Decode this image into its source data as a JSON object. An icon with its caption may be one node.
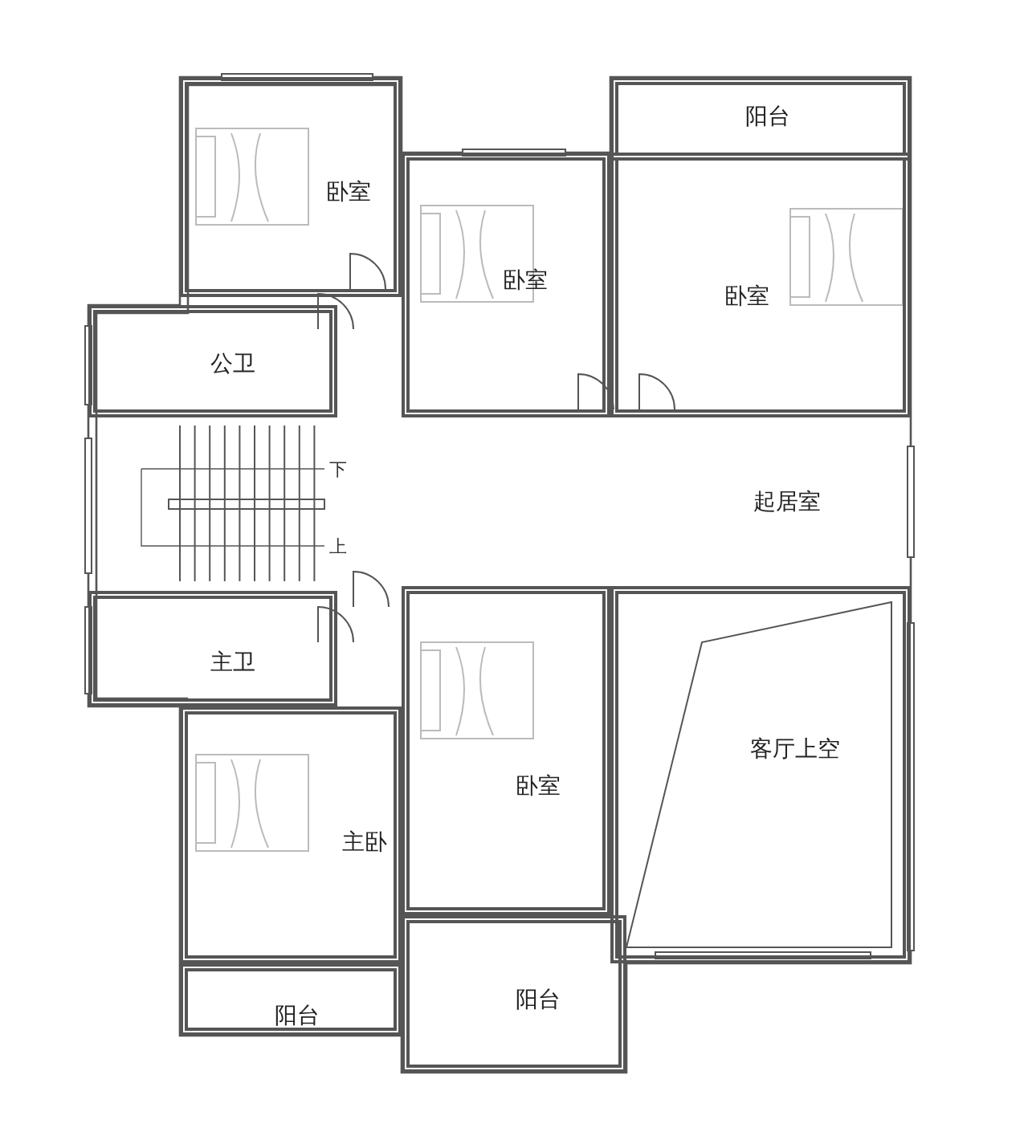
{
  "diagram": {
    "nodes": [
      {
        "text": [
          "阳台"
        ]
      },
      {
        "text": [
          "卧室"
        ]
      },
      {
        "text": [
          "卧室"
        ]
      },
      {
        "text": [
          "卧室"
        ]
      },
      {
        "text": [
          "公卫"
        ]
      },
      {
        "text": [
          "起居室"
        ]
      },
      {
        "text": [
          "主卫"
        ]
      },
      {
        "text": [
          "卧室"
        ]
      },
      {
        "text": [
          "主卧"
        ]
      },
      {
        "text": [
          "客厅上空"
        ]
      },
      {
        "text": [
          "阳台"
        ]
      },
      {
        "text": [
          "阳台"
        ]
      }
    ],
    "labels": [
      "下",
      "上"
    ]
  }
}
